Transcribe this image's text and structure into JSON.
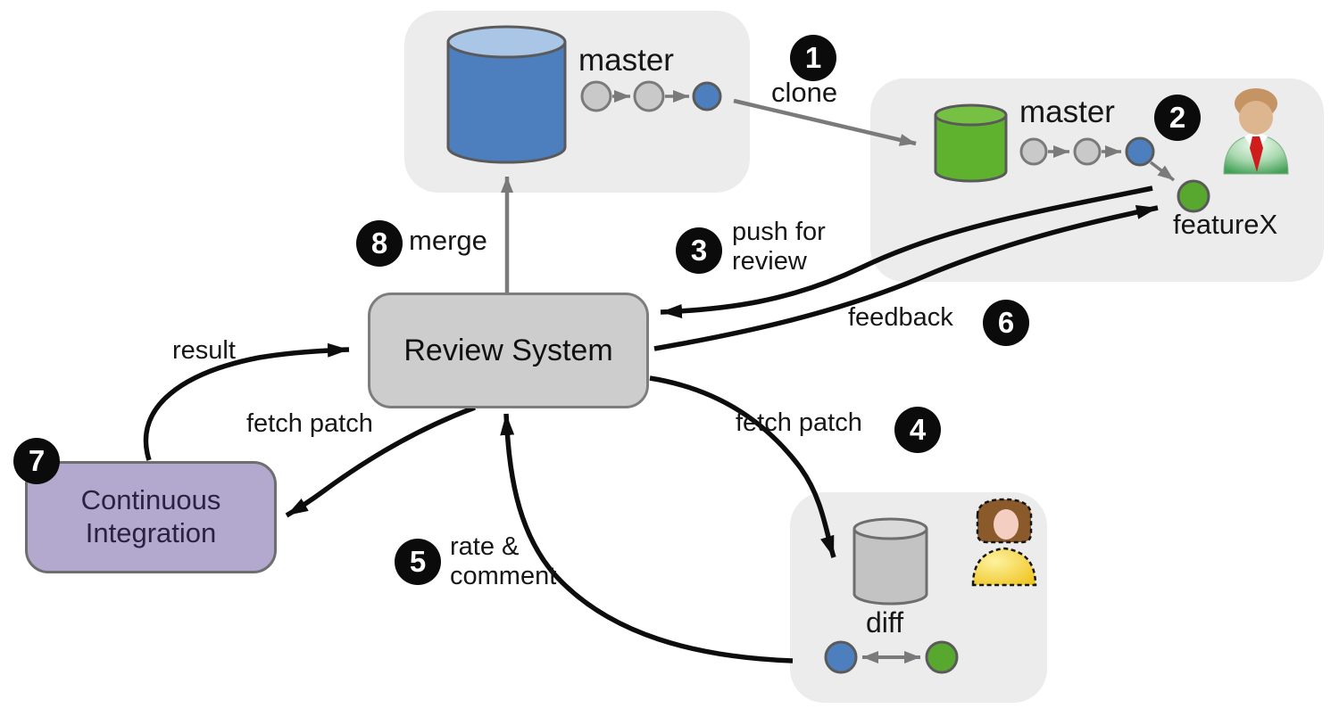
{
  "panels": {
    "origin": {
      "branch_label": "master"
    },
    "developer": {
      "branch_label": "master",
      "feature_label": "featureX"
    },
    "reviewer": {
      "diff_label": "diff"
    }
  },
  "nodes": {
    "review_system": "Review System",
    "continuous_integration": "Continuous\nIntegration"
  },
  "steps": {
    "s1": {
      "num": "1",
      "label": "clone"
    },
    "s2": {
      "num": "2"
    },
    "s3": {
      "num": "3",
      "label": "push for\nreview"
    },
    "s4": {
      "num": "4",
      "label": "fetch patch"
    },
    "s5": {
      "num": "5",
      "label": "rate &\ncomment"
    },
    "s6": {
      "num": "6",
      "label": "feedback"
    },
    "s7": {
      "num": "7"
    },
    "s8": {
      "num": "8",
      "label": "merge"
    }
  },
  "edge_labels": {
    "result": "result",
    "fetch_patch_ci": "fetch patch"
  },
  "colors": {
    "panel_gray": "#ececec",
    "review_box_gray": "#cdcdcd",
    "ci_purple": "#b3a8ce",
    "cylinder_blue": "#4d7fbe",
    "cylinder_blue_top": "#a9c6e6",
    "cylinder_green": "#5fb22e",
    "cylinder_green_top": "#76c043",
    "cylinder_gray": "#c3c3c3",
    "commit_gray": "#c9c9c9",
    "commit_blue": "#4d7fbe",
    "commit_green": "#58a72e",
    "badge_black": "#0b0b0b",
    "arrow_black": "#0d0d0d",
    "arrow_gray": "#7a7a7a"
  }
}
